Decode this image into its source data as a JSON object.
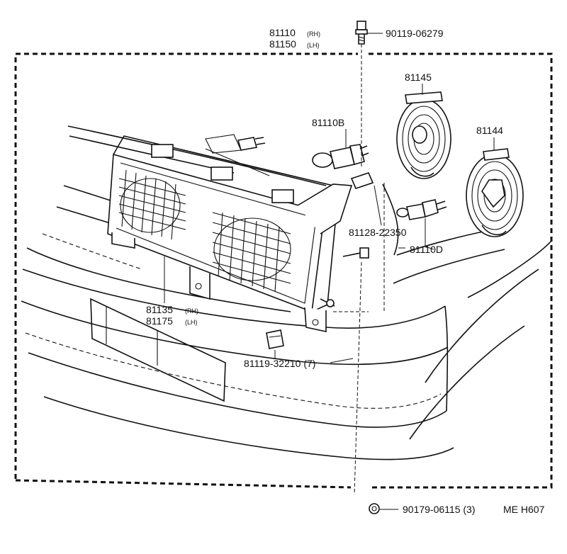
{
  "labels": {
    "p81110": "81110",
    "p81110_side": "(RH)",
    "p81150": "81150",
    "p81150_side": "(LH)",
    "p90119": "90119-06279",
    "p81145": "81145",
    "p81144": "81144",
    "p81110B": "81110B",
    "p81128": "81128-22350",
    "p81110D": "81110D",
    "p81135": "81135",
    "p81135_side": "(RH)",
    "p81175": "81175",
    "p81175_side": "(LH)",
    "p81119": "81119-32210 (7)",
    "p90179": "90179-06115 (3)",
    "ref_code": "ME  H607"
  },
  "colors": {
    "line": "#111111",
    "background": "#ffffff"
  }
}
